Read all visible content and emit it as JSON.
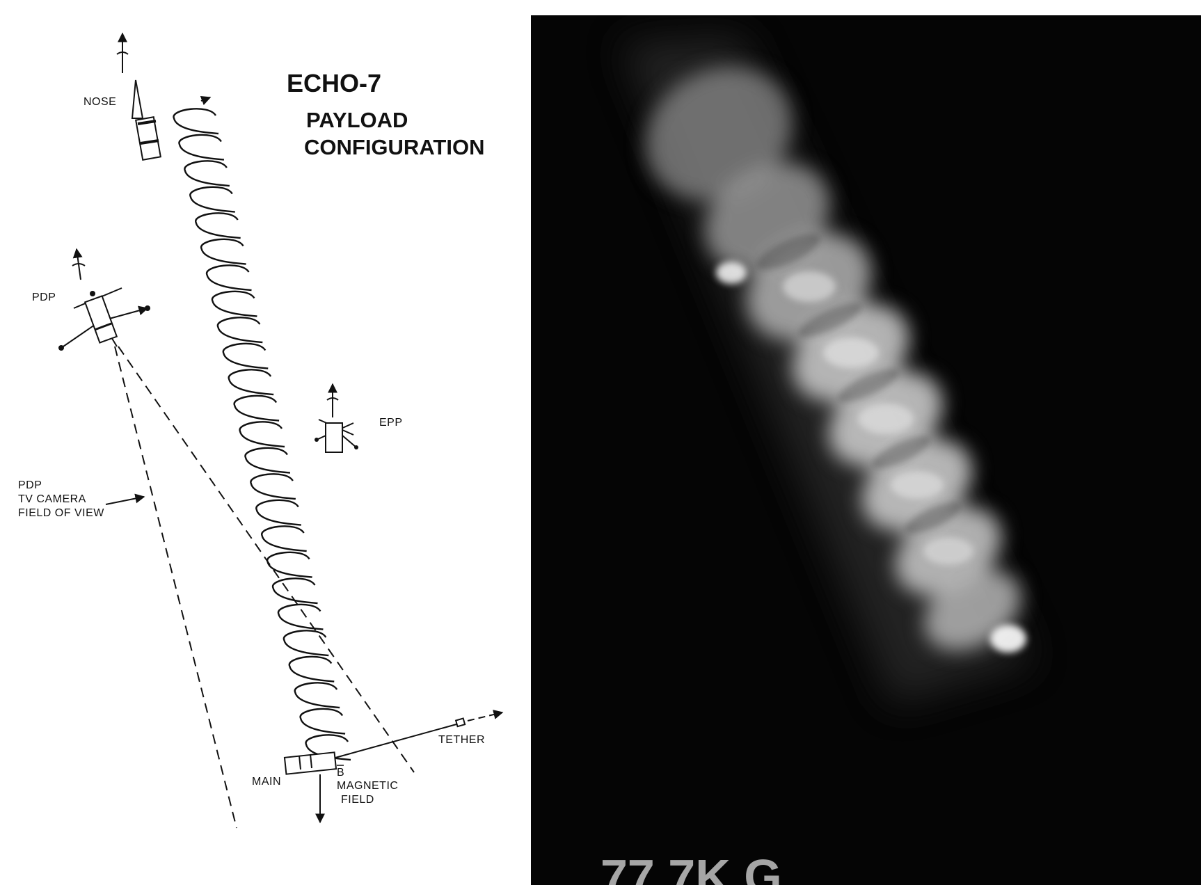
{
  "title": "ECHO-7",
  "subtitle_line1": "PAYLOAD",
  "subtitle_line2": "CONFIGURATION",
  "labels": {
    "nose": "NOSE",
    "pdp": "PDP",
    "epp": "EPP",
    "fov_line1": "PDP",
    "fov_line2": "TV CAMERA",
    "fov_line3": "FIELD OF VIEW",
    "main": "MAIN",
    "b_symbol": "B",
    "magnetic_line1": "MAGNETIC",
    "magnetic_line2": "FIELD",
    "tether": "TETHER"
  },
  "photo": {
    "bottom_text": "77 7K G",
    "background_color": "#050505",
    "glow_color": "#d8d8d8"
  }
}
